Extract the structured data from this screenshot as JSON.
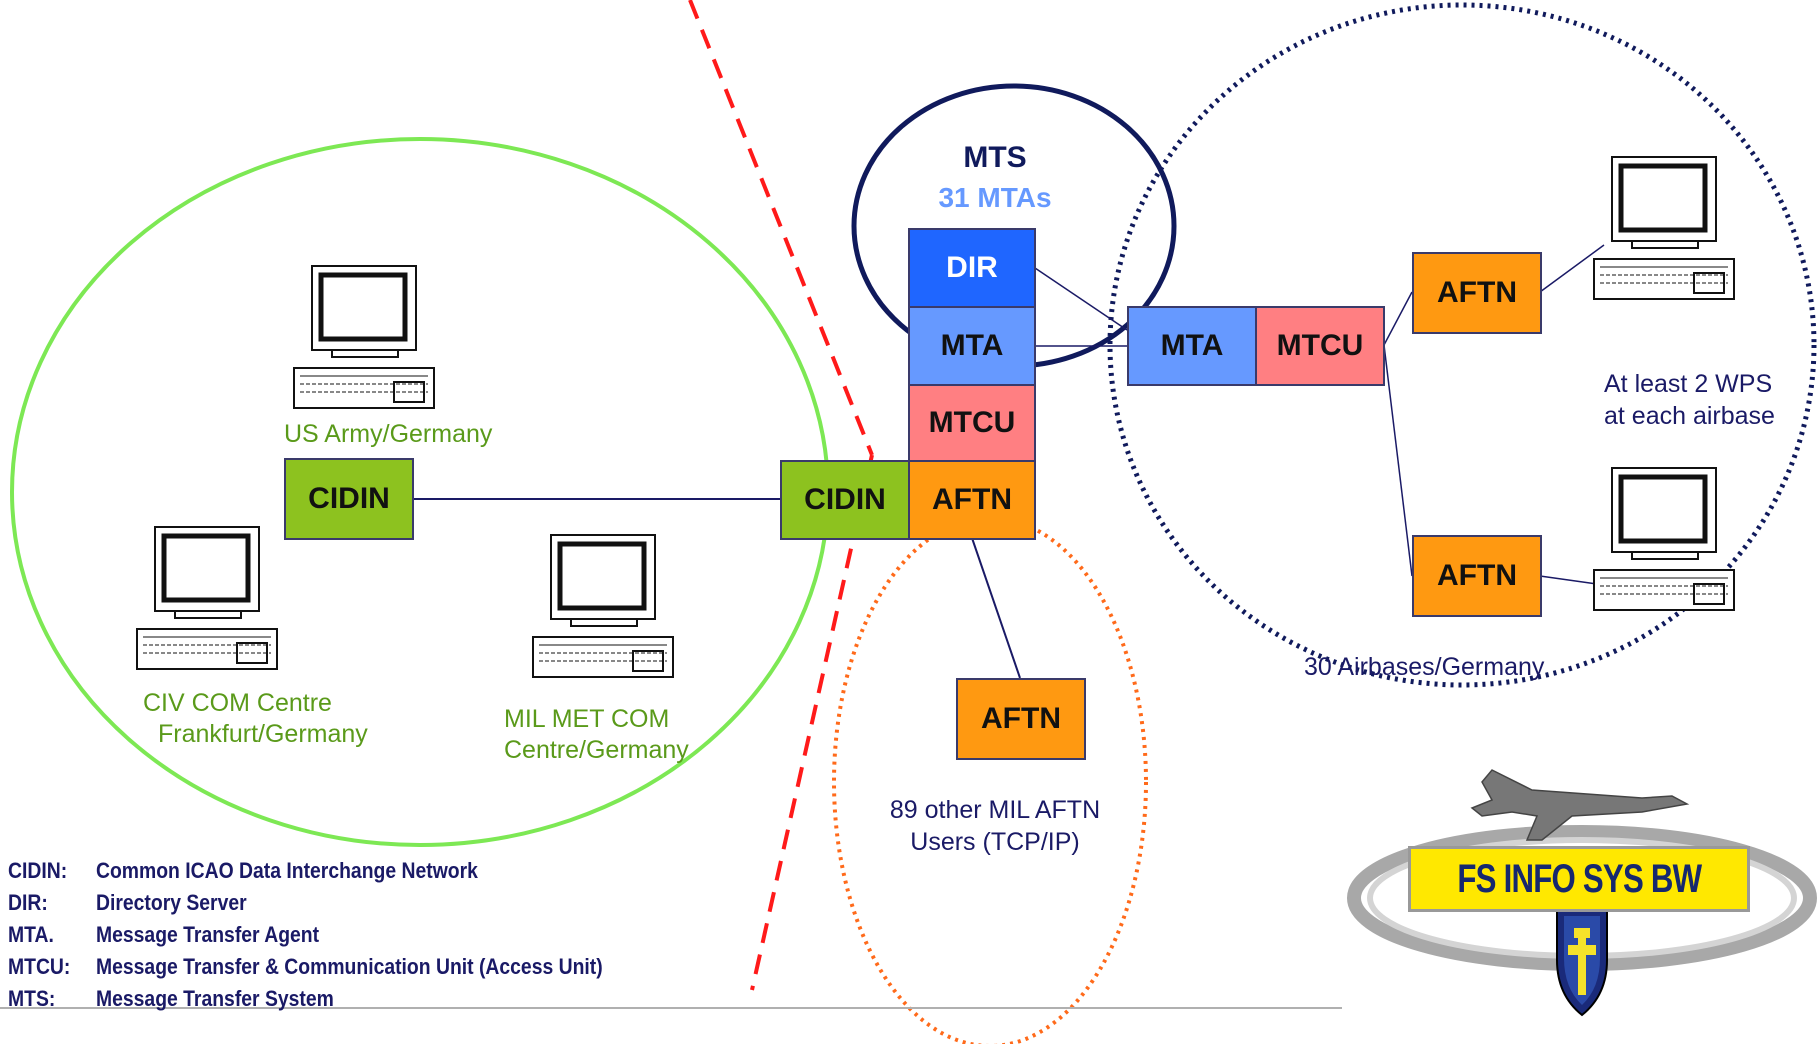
{
  "colors": {
    "cidin": "#8dc21f",
    "aftn": "#ff9911",
    "dir": "#1f66ff",
    "mta": "#6699ff",
    "mtcu": "#ff7f82",
    "green_circle": "#7de854",
    "navy": "#101a5c",
    "red_dash": "#ff1a1a",
    "orange_dot": "#ff6a1a",
    "label_green": "#5a9a1a",
    "label_blue": "#1a1a66"
  },
  "mts": {
    "title": "MTS",
    "subtitle": "31 MTAs"
  },
  "center_stack": {
    "dir": "DIR",
    "mta": "MTA",
    "mtcu": "MTCU",
    "aftn": "AFTN",
    "cidin": "CIDIN"
  },
  "left_group": {
    "cidin": "CIDIN",
    "us_army": "US Army/Germany",
    "civ_com_line1": "CIV COM Centre",
    "civ_com_line2": "Frankfurt/Germany",
    "mil_met_line1": "MIL MET COM",
    "mil_met_line2": "Centre/Germany"
  },
  "right_group": {
    "mta": "MTA",
    "mtcu": "MTCU",
    "aftn_top": "AFTN",
    "aftn_bottom": "AFTN",
    "wps_line1": "At least 2 WPS",
    "wps_line2": "at each airbase",
    "airbases": "30 Airbases/Germany"
  },
  "bottom_group": {
    "aftn": "AFTN",
    "users_line1": "89 other MIL AFTN",
    "users_line2": "Users (TCP/IP)"
  },
  "legend": [
    {
      "abbr": "CIDIN:",
      "text": "Common ICAO Data Interchange Network"
    },
    {
      "abbr": "DIR:",
      "text": "Directory Server"
    },
    {
      "abbr": "MTA.",
      "text": "Message Transfer Agent"
    },
    {
      "abbr": "MTCU:",
      "text": "Message Transfer & Communication Unit (Access Unit)"
    },
    {
      "abbr": "MTS:",
      "text": "Message Transfer System"
    }
  ],
  "logo": {
    "text": "FS INFO SYS BW"
  },
  "icons": [
    "computer-icon",
    "jet-icon",
    "shield-icon"
  ]
}
